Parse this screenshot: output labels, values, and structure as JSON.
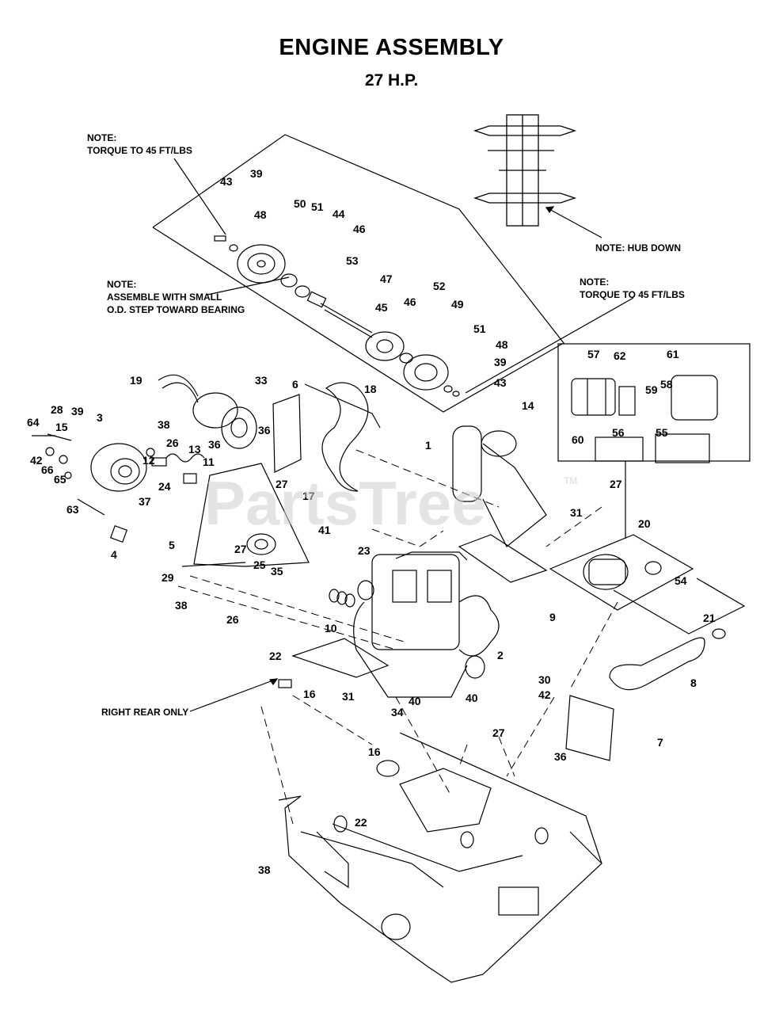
{
  "title": "ENGINE ASSEMBLY",
  "subtitle": "27 H.P.",
  "notes": {
    "torque_left_1": "NOTE:",
    "torque_left_2": "TORQUE TO 45 FT/LBS",
    "hub_down": "NOTE: HUB DOWN",
    "assemble_1": "NOTE:",
    "assemble_2": "ASSEMBLE WITH SMALL",
    "assemble_3": "O.D. STEP TOWARD BEARING",
    "torque_right_1": "NOTE:",
    "torque_right_2": "TORQUE TO 45 FT/LBS",
    "right_rear": "RIGHT REAR ONLY"
  },
  "watermark": {
    "brand": "PartsTree",
    "tm": "TM"
  },
  "part_numbers": [
    "1",
    "2",
    "3",
    "4",
    "5",
    "6",
    "7",
    "8",
    "9",
    "10",
    "11",
    "12",
    "13",
    "14",
    "15",
    "16",
    "17",
    "18",
    "19",
    "20",
    "21",
    "22",
    "23",
    "24",
    "25",
    "26",
    "27",
    "28",
    "29",
    "30",
    "31",
    "33",
    "34",
    "35",
    "36",
    "37",
    "38",
    "39",
    "40",
    "41",
    "42",
    "43",
    "44",
    "45",
    "46",
    "47",
    "48",
    "49",
    "50",
    "51",
    "52",
    "53",
    "54",
    "55",
    "56",
    "57",
    "58",
    "59",
    "60",
    "61",
    "62",
    "63",
    "64",
    "65",
    "66"
  ],
  "callouts": [
    {
      "id": "c43a",
      "text": "43"
    },
    {
      "id": "c39a",
      "text": "39"
    },
    {
      "id": "c48a",
      "text": "48"
    },
    {
      "id": "c50",
      "text": "50"
    },
    {
      "id": "c51a",
      "text": "51"
    },
    {
      "id": "c44",
      "text": "44"
    },
    {
      "id": "c46a",
      "text": "46"
    },
    {
      "id": "c53",
      "text": "53"
    },
    {
      "id": "c47",
      "text": "47"
    },
    {
      "id": "c52",
      "text": "52"
    },
    {
      "id": "c45",
      "text": "45"
    },
    {
      "id": "c46b",
      "text": "46"
    },
    {
      "id": "c49",
      "text": "49"
    },
    {
      "id": "c51b",
      "text": "51"
    },
    {
      "id": "c48b",
      "text": "48"
    },
    {
      "id": "c39b",
      "text": "39"
    },
    {
      "id": "c43b",
      "text": "43"
    },
    {
      "id": "c57",
      "text": "57"
    },
    {
      "id": "c62",
      "text": "62"
    },
    {
      "id": "c61",
      "text": "61"
    },
    {
      "id": "c58",
      "text": "58"
    },
    {
      "id": "c59",
      "text": "59"
    },
    {
      "id": "c56",
      "text": "56"
    },
    {
      "id": "c55",
      "text": "55"
    },
    {
      "id": "c60",
      "text": "60"
    },
    {
      "id": "c19",
      "text": "19"
    },
    {
      "id": "c33",
      "text": "33"
    },
    {
      "id": "c6",
      "text": "6"
    },
    {
      "id": "c18",
      "text": "18"
    },
    {
      "id": "c14",
      "text": "14"
    },
    {
      "id": "c1",
      "text": "1"
    },
    {
      "id": "c64",
      "text": "64"
    },
    {
      "id": "c28",
      "text": "28"
    },
    {
      "id": "c39c",
      "text": "39"
    },
    {
      "id": "c3",
      "text": "3"
    },
    {
      "id": "c15",
      "text": "15"
    },
    {
      "id": "c38a",
      "text": "38"
    },
    {
      "id": "c26a",
      "text": "26"
    },
    {
      "id": "c36a",
      "text": "36"
    },
    {
      "id": "c36b",
      "text": "36"
    },
    {
      "id": "c42a",
      "text": "42"
    },
    {
      "id": "c66",
      "text": "66"
    },
    {
      "id": "c65",
      "text": "65"
    },
    {
      "id": "c12",
      "text": "12"
    },
    {
      "id": "c13",
      "text": "13"
    },
    {
      "id": "c11",
      "text": "11"
    },
    {
      "id": "c24",
      "text": "24"
    },
    {
      "id": "c37",
      "text": "37"
    },
    {
      "id": "c27a",
      "text": "27"
    },
    {
      "id": "c27b",
      "text": "27"
    },
    {
      "id": "c63",
      "text": "63"
    },
    {
      "id": "c17",
      "text": "17"
    },
    {
      "id": "c31a",
      "text": "31"
    },
    {
      "id": "c20",
      "text": "20"
    },
    {
      "id": "c4",
      "text": "4"
    },
    {
      "id": "c5",
      "text": "5"
    },
    {
      "id": "c27c",
      "text": "27"
    },
    {
      "id": "c41",
      "text": "41"
    },
    {
      "id": "c29",
      "text": "29"
    },
    {
      "id": "c25",
      "text": "25"
    },
    {
      "id": "c35",
      "text": "35"
    },
    {
      "id": "c23",
      "text": "23"
    },
    {
      "id": "c54",
      "text": "54"
    },
    {
      "id": "c38b",
      "text": "38"
    },
    {
      "id": "c26b",
      "text": "26"
    },
    {
      "id": "c9",
      "text": "9"
    },
    {
      "id": "c21",
      "text": "21"
    },
    {
      "id": "c10",
      "text": "10"
    },
    {
      "id": "c22a",
      "text": "22"
    },
    {
      "id": "c2",
      "text": "2"
    },
    {
      "id": "c30",
      "text": "30"
    },
    {
      "id": "c8",
      "text": "8"
    },
    {
      "id": "c16a",
      "text": "16"
    },
    {
      "id": "c31b",
      "text": "31"
    },
    {
      "id": "c40a",
      "text": "40"
    },
    {
      "id": "c40b",
      "text": "40"
    },
    {
      "id": "c42b",
      "text": "42"
    },
    {
      "id": "c34",
      "text": "34"
    },
    {
      "id": "c27d",
      "text": "27"
    },
    {
      "id": "c7",
      "text": "7"
    },
    {
      "id": "c36c",
      "text": "36"
    },
    {
      "id": "c16b",
      "text": "16"
    },
    {
      "id": "c22b",
      "text": "22"
    },
    {
      "id": "c38c",
      "text": "38"
    }
  ]
}
